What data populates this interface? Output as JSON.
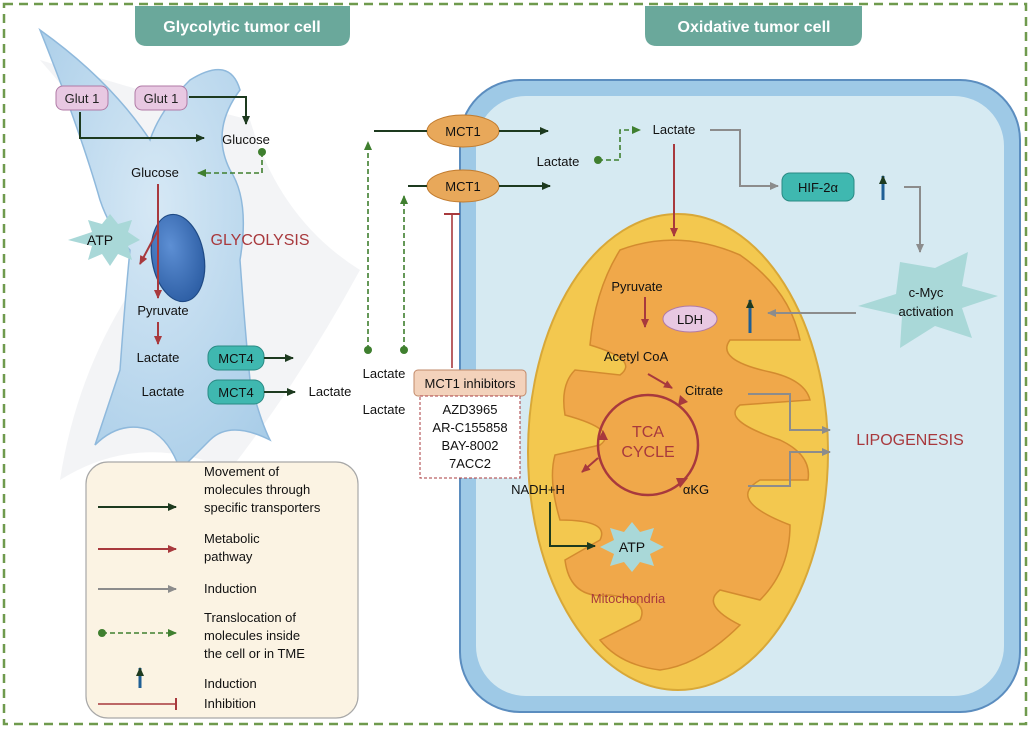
{
  "headers": {
    "left": "Glycolytic tumor cell",
    "right": "Oxidative tumor cell"
  },
  "glycolytic": {
    "glut1_a": "Glut 1",
    "glut1_b": "Glut 1",
    "glucose_out": "Glucose",
    "glucose_in": "Glucose",
    "atp": "ATP",
    "glycolysis": "GLYCOLYSIS",
    "pyruvate": "Pyruvate",
    "lactate_1": "Lactate",
    "lactate_2": "Lactate",
    "mct4_1": "MCT4",
    "mct4_2": "MCT4",
    "lactate_out": "Lactate"
  },
  "tme": {
    "mct1_1": "MCT1",
    "mct1_2": "MCT1",
    "lactate_a": "Lactate",
    "lactate_b": "Lactate",
    "inhibitors": {
      "title": "MCT1 inhibitors",
      "items": [
        "AZD3965",
        "AR-C155858",
        "BAY-8002",
        "7ACC2"
      ]
    }
  },
  "oxidative": {
    "lactate_entry": "Lactate",
    "lactate_main": "Lactate",
    "hif": "HIF-2α",
    "cmyc_1": "c-Myc",
    "cmyc_2": "activation",
    "pyruvate": "Pyruvate",
    "ldh": "LDH",
    "acetyl": "Acetyl CoA",
    "citrate": "Citrate",
    "tca_1": "TCA",
    "tca_2": "CYCLE",
    "nadh": "NADH+H",
    "akg": "αKG",
    "atp": "ATP",
    "mito": "Mitochondria",
    "lipogenesis": "LIPOGENESIS"
  },
  "legend": {
    "transport_1": "Movement of",
    "transport_2": "molecules through",
    "transport_3": "specific transporters",
    "metabolic_1": "Metabolic",
    "metabolic_2": "pathway",
    "induction": "Induction",
    "transloc_1": "Translocation of",
    "transloc_2": "molecules inside",
    "transloc_3": "the cell or in TME",
    "induction_arrow": "Induction",
    "inhibition": "Inhibition"
  },
  "colors": {
    "transport": "#1d3a1f",
    "metabolic": "#a8393d",
    "induction": "#8c8c8c",
    "translocation": "#3f7f2f",
    "up_arrow": "#1f5f95",
    "header_fill": "#6aa89b",
    "label_red": "#a8393d"
  }
}
